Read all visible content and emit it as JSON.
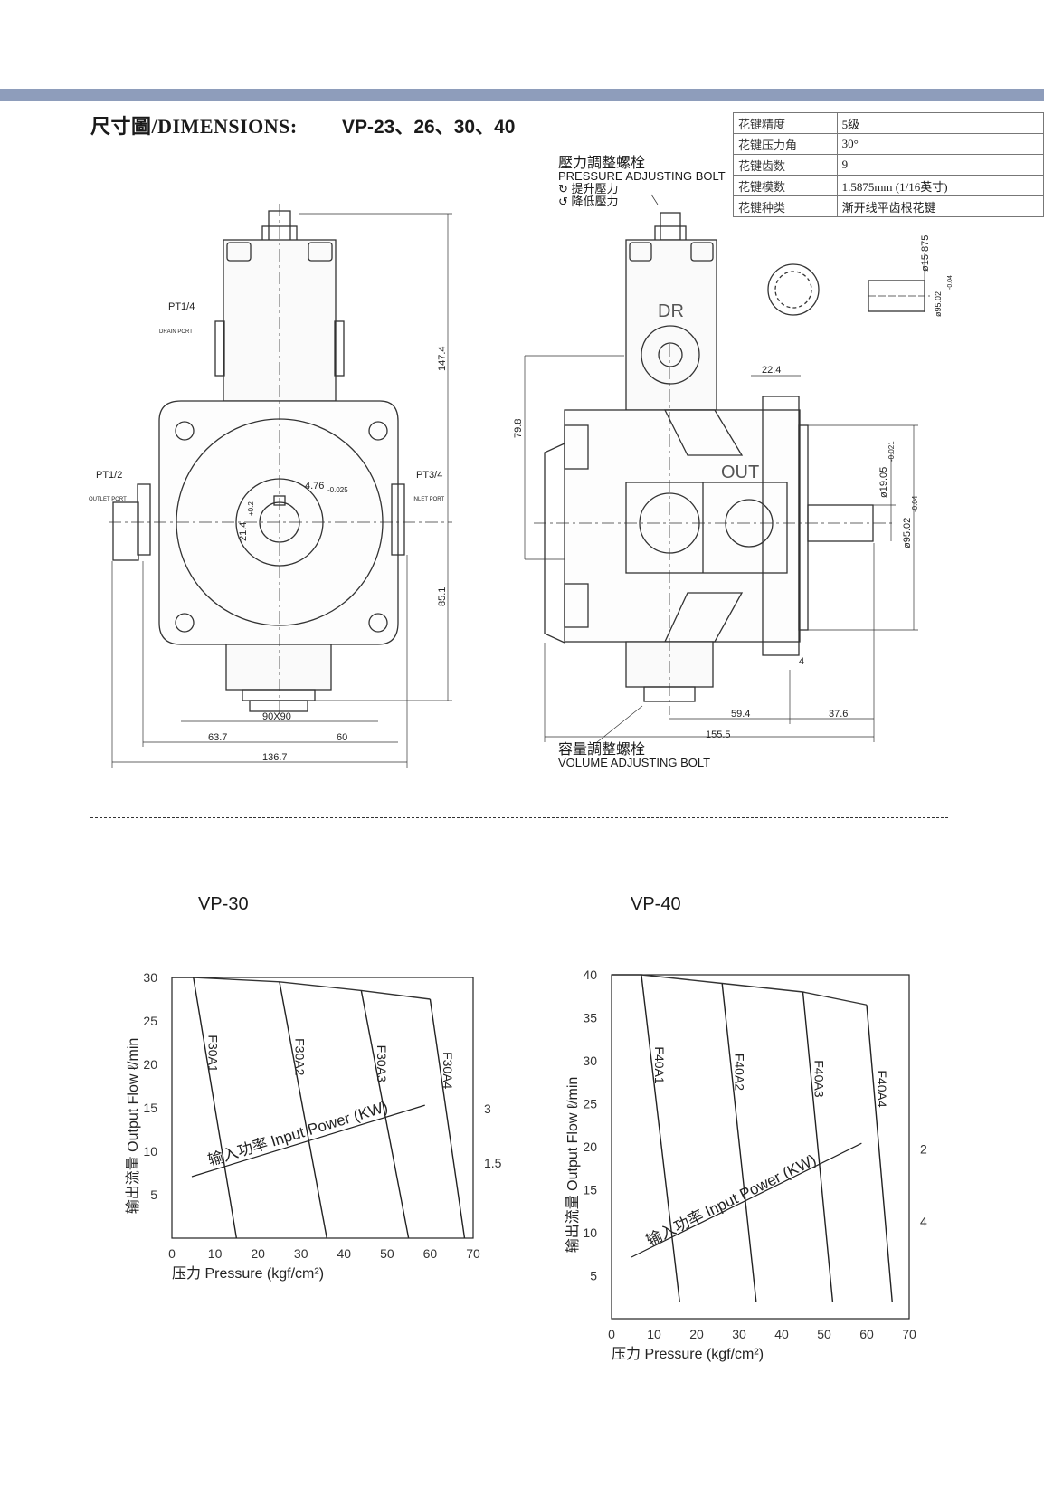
{
  "header": {
    "title": "尺寸圖/DIMENSIONS:",
    "models": "VP-23、26、30、40"
  },
  "spline_table": [
    {
      "key": "花键精度",
      "value": "5级"
    },
    {
      "key": "花键压力角",
      "value": "30°"
    },
    {
      "key": "花键齿数",
      "value": "9"
    },
    {
      "key": "花键模数",
      "value": "1.5875mm (1/16英寸)"
    },
    {
      "key": "花键种类",
      "value": "渐开线平齿根花键"
    }
  ],
  "pressure_bolt": {
    "cn": "壓力調整螺栓",
    "en": "PRESSURE ADJUSTING BOLT",
    "up": "提升壓力",
    "down": "降低壓力"
  },
  "volume_bolt": {
    "cn": "容量調整螺栓",
    "en": "VOLUME ADJUSTING BOLT"
  },
  "ports": {
    "drain": "PT1/4",
    "drain_sub": "DRAIN PORT",
    "outlet": "PT1/2",
    "outlet_sub": "OUTLET PORT",
    "inlet": "PT3/4",
    "inlet_sub": "INLET PORT",
    "dr": "DR",
    "out": "OUT"
  },
  "dimensions": {
    "height_top": "147.4",
    "height_bottom": "85.1",
    "square": "90X90",
    "left": "63.7",
    "right": "60",
    "overall": "136.7",
    "keyway": "4.76",
    "keyway_tol": "-0.025",
    "bore": "21.4",
    "bore_tol": "+0.2",
    "side_height": "79.8",
    "flange": "22.4",
    "shaft": "ø19.05",
    "shaft_tol": "-0.021",
    "pilot": "ø95.02",
    "pilot_tol": "-0.04",
    "spline_dia": "ø15.875",
    "gap": "4",
    "len_a": "59.4",
    "len_b": "37.6",
    "len_total": "155.5"
  },
  "chart_data": [
    {
      "type": "line",
      "title": "VP-30",
      "xlabel": "压力 Pressure (kgf/cm²)",
      "ylabel": "输出流量 Output Flow ℓ/min",
      "xlim": [
        0,
        70
      ],
      "ylim": [
        0,
        30
      ],
      "xticks": [
        0,
        10,
        20,
        30,
        40,
        50,
        60,
        70
      ],
      "yticks": [
        5,
        10,
        15,
        20,
        25,
        30
      ],
      "right_ticks": [
        "3",
        "1.5"
      ],
      "power_label": "输入功率 Input Power (KW)",
      "series": [
        {
          "name": "F30A1",
          "x": [
            5,
            15
          ],
          "y": [
            30,
            0
          ]
        },
        {
          "name": "F30A2",
          "x": [
            25,
            36
          ],
          "y": [
            29.5,
            0
          ]
        },
        {
          "name": "F30A3",
          "x": [
            44,
            55
          ],
          "y": [
            28.5,
            0
          ]
        },
        {
          "name": "F30A4",
          "x": [
            60,
            68
          ],
          "y": [
            27.5,
            0
          ]
        }
      ]
    },
    {
      "type": "line",
      "title": "VP-40",
      "xlabel": "压力 Pressure (kgf/cm²)",
      "ylabel": "输出流量 Output Flow ℓ/min",
      "xlim": [
        0,
        70
      ],
      "ylim": [
        0,
        40
      ],
      "xticks": [
        0,
        10,
        20,
        30,
        40,
        50,
        60,
        70
      ],
      "yticks": [
        5,
        10,
        15,
        20,
        25,
        30,
        35,
        40
      ],
      "right_ticks": [
        "2",
        "4"
      ],
      "power_label": "输入功率 Input Power (KW)",
      "series": [
        {
          "name": "F40A1",
          "x": [
            7,
            16
          ],
          "y": [
            40,
            2
          ]
        },
        {
          "name": "F40A2",
          "x": [
            26,
            34
          ],
          "y": [
            39,
            2
          ]
        },
        {
          "name": "F40A3",
          "x": [
            45,
            52
          ],
          "y": [
            38,
            2
          ]
        },
        {
          "name": "F40A4",
          "x": [
            60,
            66
          ],
          "y": [
            36.5,
            2
          ]
        }
      ]
    }
  ]
}
